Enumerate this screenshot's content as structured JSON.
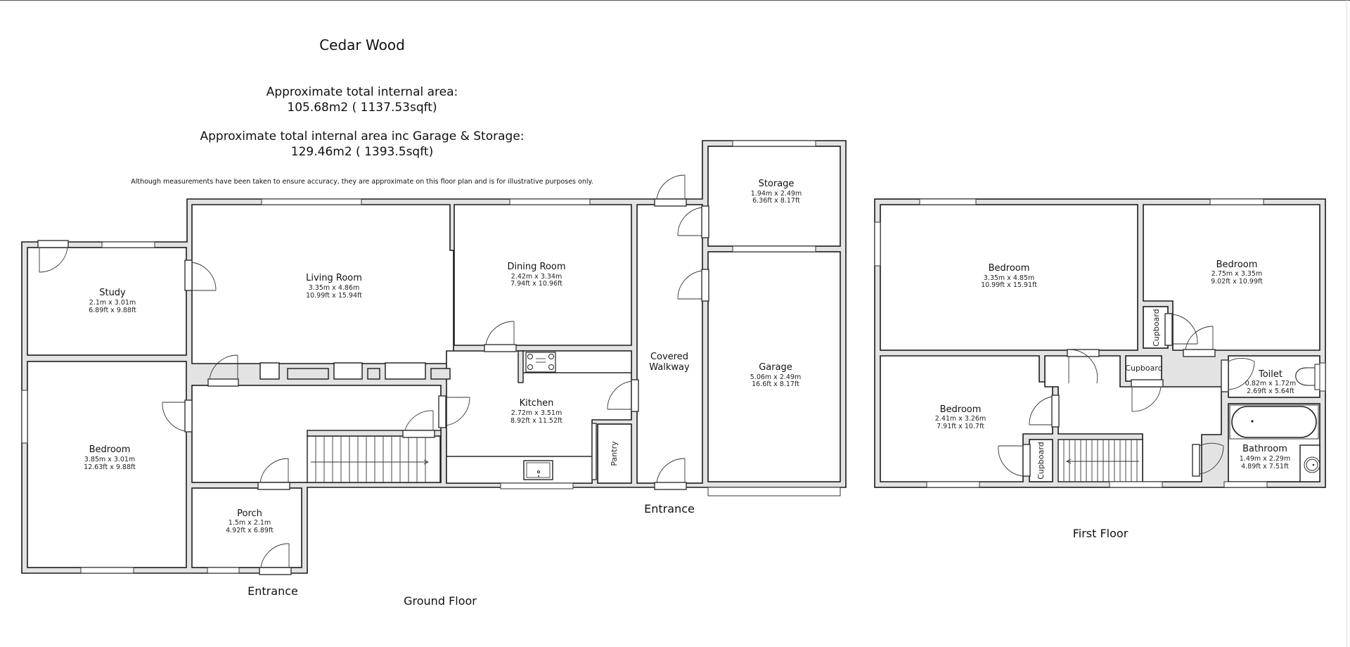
{
  "header": {
    "title": "Cedar Wood",
    "area_label": "Approximate total internal area:",
    "area_value": "105.68m2 ( 1137.53sqft)",
    "area_inc_label": "Approximate total internal area inc Garage & Storage:",
    "area_inc_value": "129.46m2 ( 1393.5sqft)",
    "disclaimer": "Although measurements have been taken to ensure accuracy, they are approximate on this floor plan and is for illustrative purposes only."
  },
  "ground_floor": {
    "label": "Ground Floor",
    "entrance_front": "Entrance",
    "entrance_walkway": "Entrance",
    "rooms": {
      "study": {
        "name": "Study",
        "metric": "2.1m x 3.01m",
        "imperial": "6.89ft x 9.88ft"
      },
      "living": {
        "name": "Living Room",
        "metric": "3.35m x 4.86m",
        "imperial": "10.99ft x 15.94ft"
      },
      "dining": {
        "name": "Dining Room",
        "metric": "2.42m x 3.34m",
        "imperial": "7.94ft x 10.96ft"
      },
      "bedroom": {
        "name": "Bedroom",
        "metric": "3.85m x 3.01m",
        "imperial": "12.63ft x 9.88ft"
      },
      "kitchen": {
        "name": "Kitchen",
        "metric": "2.72m x 3.51m",
        "imperial": "8.92ft x 11.52ft"
      },
      "pantry": {
        "name": "Pantry"
      },
      "porch": {
        "name": "Porch",
        "metric": "1.5m x 2.1m",
        "imperial": "4.92ft x 6.89ft"
      },
      "walkway": {
        "name_line1": "Covered",
        "name_line2": "Walkway"
      },
      "storage": {
        "name": "Storage",
        "metric": "1.94m x 2.49m",
        "imperial": "6.36ft x 8.17ft"
      },
      "garage": {
        "name": "Garage",
        "metric": "5.06m x 2.49m",
        "imperial": "16.6ft x 8.17ft"
      }
    }
  },
  "first_floor": {
    "label": "First Floor",
    "rooms": {
      "bedroom1": {
        "name": "Bedroom",
        "metric": "3.35m x 4.85m",
        "imperial": "10.99ft x 15.91ft"
      },
      "bedroom2": {
        "name": "Bedroom",
        "metric": "2.75m x 3.35m",
        "imperial": "9.02ft x 10.99ft"
      },
      "bedroom3": {
        "name": "Bedroom",
        "metric": "2.41m x 3.26m",
        "imperial": "7.91ft x 10.7ft"
      },
      "toilet": {
        "name": "Toilet",
        "metric": "0.82m x 1.72m",
        "imperial": "2.69ft x 5.64ft"
      },
      "bathroom": {
        "name": "Bathroom",
        "metric": "1.49m x 2.29m",
        "imperial": "4.89ft x 7.51ft"
      },
      "cupboard1": {
        "name": "Cupboard"
      },
      "cupboard2": {
        "name": "Cupboard"
      },
      "cupboard3": {
        "name": "Cupboard"
      }
    }
  }
}
